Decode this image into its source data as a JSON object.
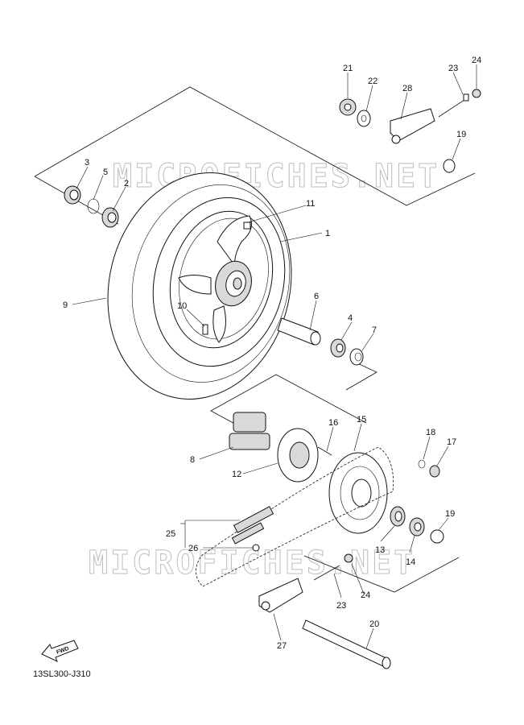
{
  "watermark": "MICROFICHES.NET",
  "diagram_code": "13SL300-J310",
  "fwd_label": "FWD",
  "callouts": [
    "1",
    "2",
    "3",
    "4",
    "5",
    "6",
    "7",
    "8",
    "9",
    "10",
    "11",
    "12",
    "13",
    "14",
    "15",
    "16",
    "17",
    "18",
    "19",
    "19",
    "20",
    "21",
    "22",
    "23",
    "23",
    "24",
    "24",
    "25",
    "26",
    "27",
    "28"
  ]
}
